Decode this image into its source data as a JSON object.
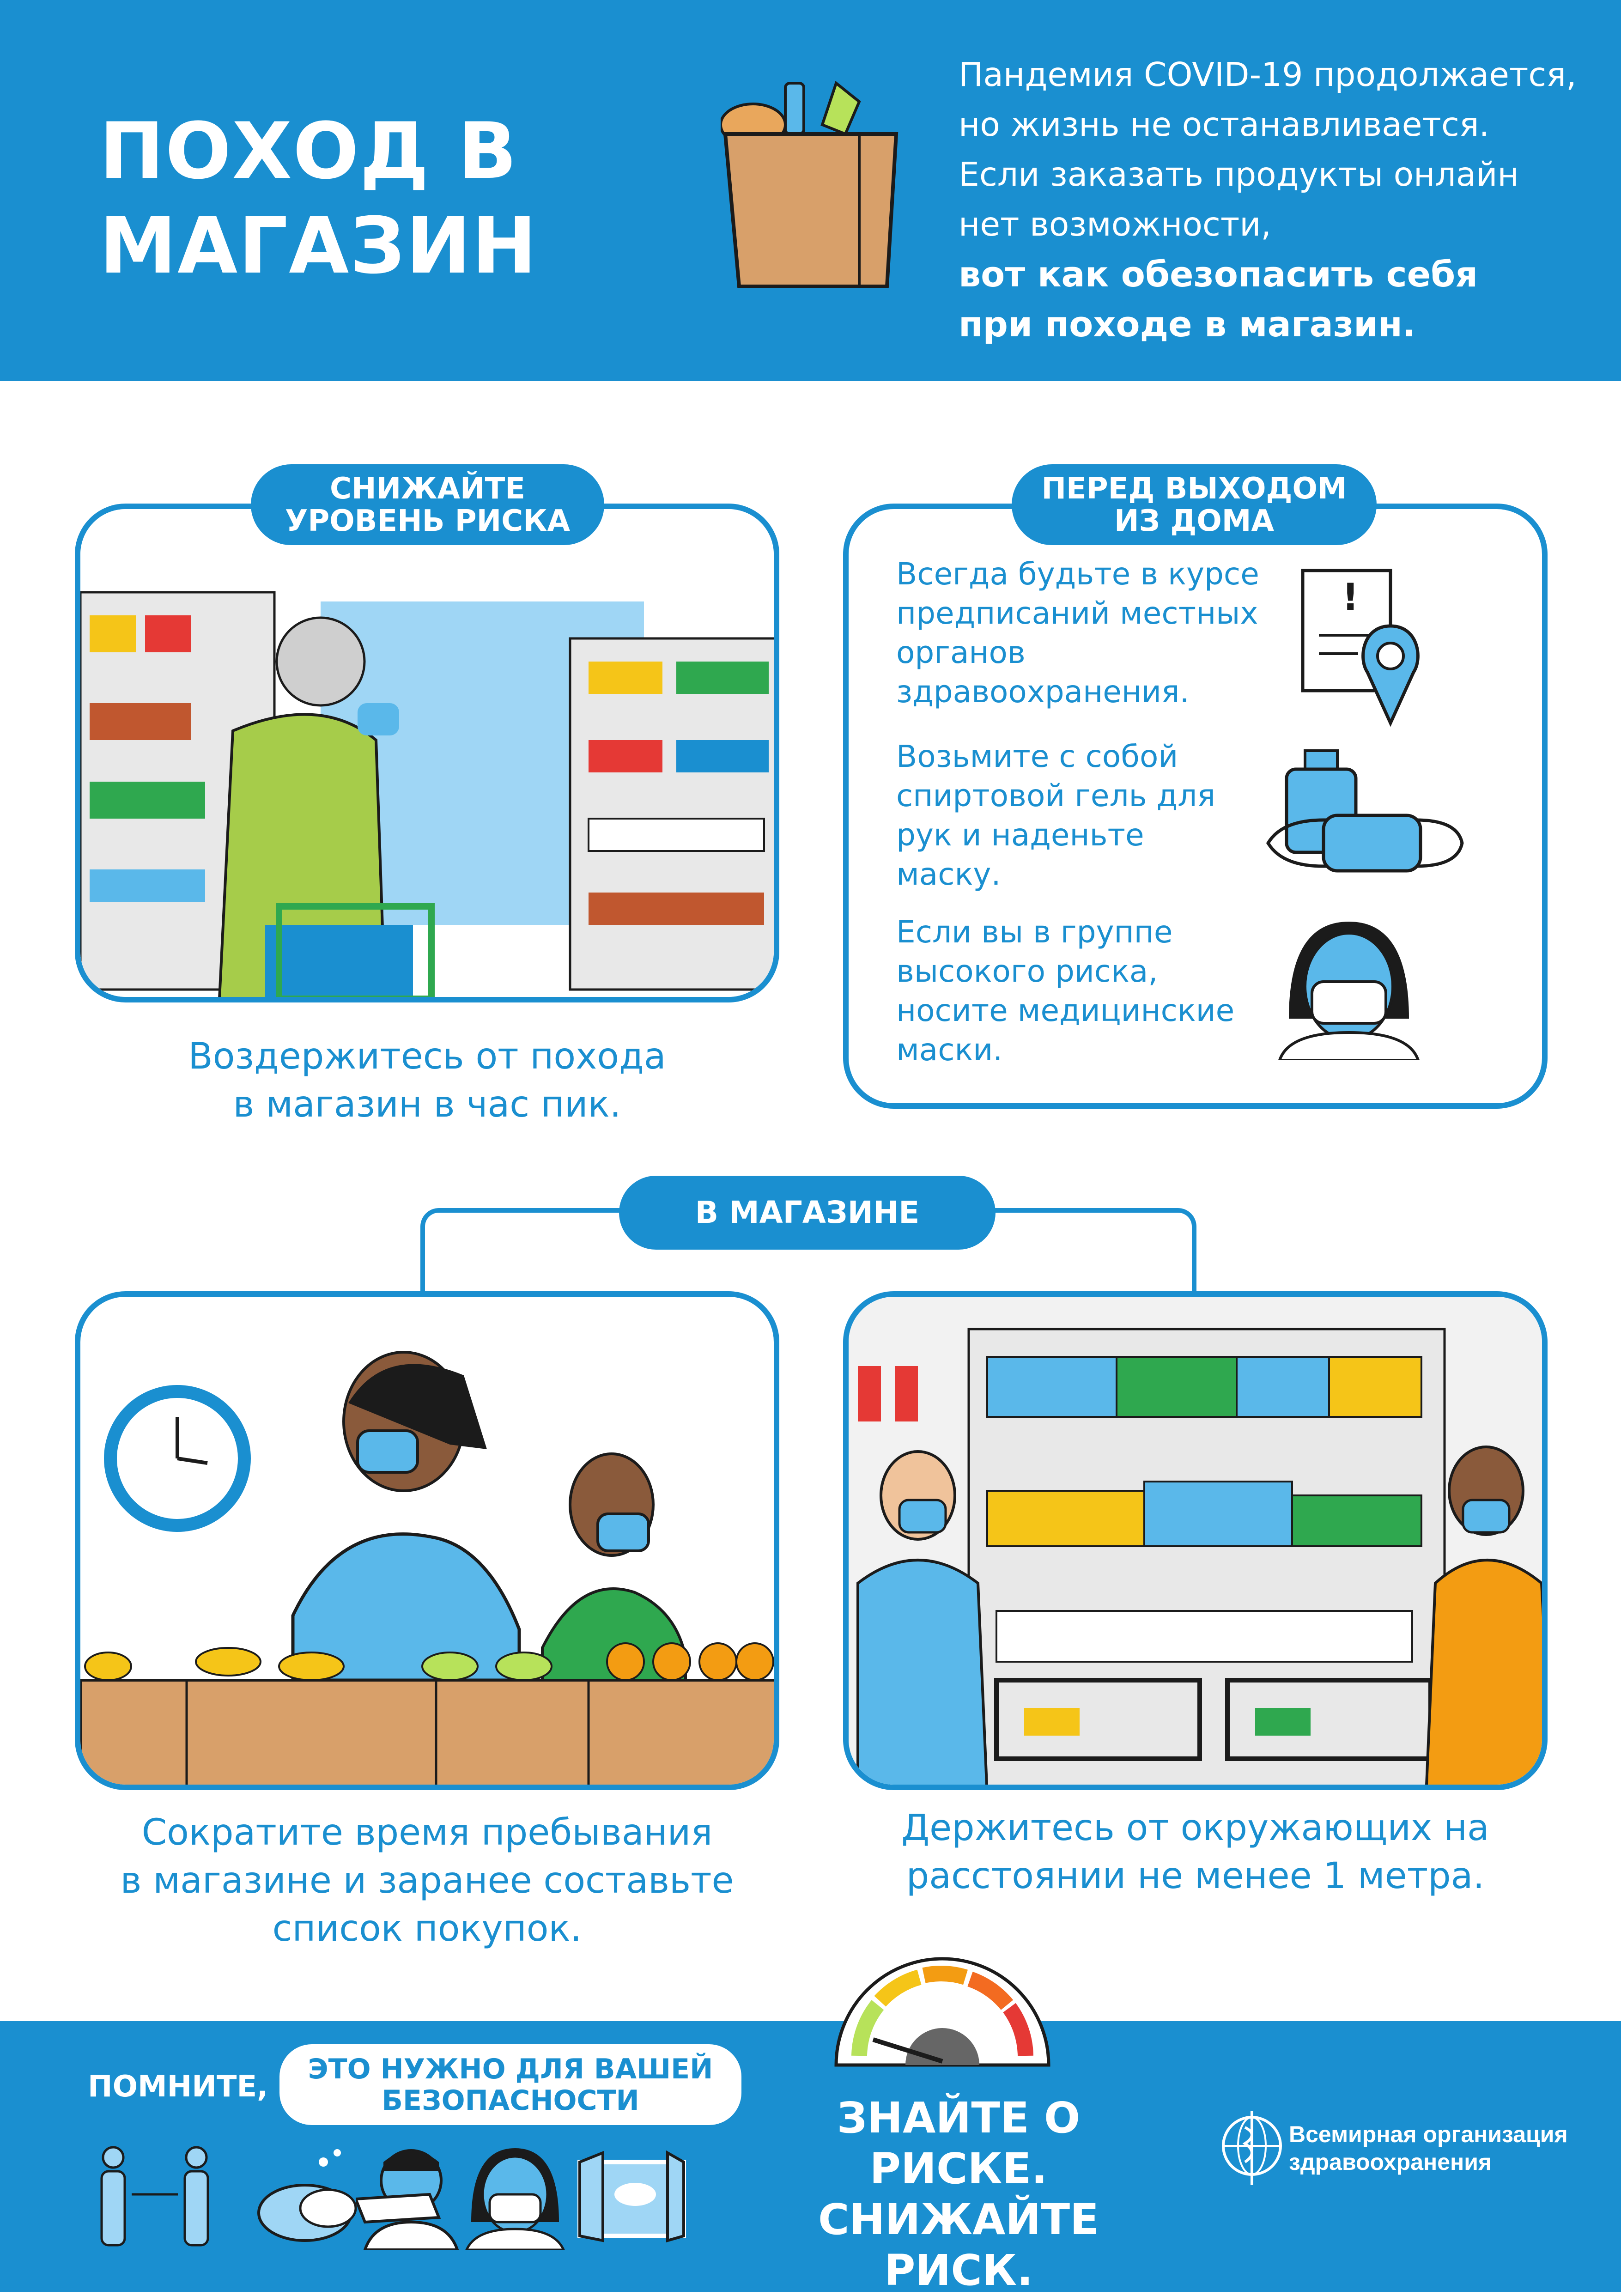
{
  "header": {
    "title_line1": "ПОХОД В",
    "title_line2": "МАГАЗИН",
    "intro_lines": [
      "Пандемия COVID-19 продолжается,",
      "но жизнь не останавливается.",
      "Если заказать продукты онлайн",
      "нет возможности,"
    ],
    "intro_bold_lines": [
      "вот как обезопасить себя",
      "при походе в магазин."
    ]
  },
  "reduce_risk": {
    "badge_line1": "СНИЖАЙТЕ",
    "badge_line2": "УРОВЕНЬ РИСКА",
    "caption_line1": "Воздержитесь от похода",
    "caption_line2": "в магазин в час пик."
  },
  "before_leaving": {
    "badge_line1": "ПЕРЕД ВЫХОДОМ",
    "badge_line2": "ИЗ ДОМА",
    "tips": [
      [
        "Всегда будьте в курсе",
        "предписаний местных",
        "органов",
        "здравоохранения."
      ],
      [
        "Возьмите с собой",
        "спиртовой гель для",
        "рук и наденьте",
        "маску."
      ],
      [
        "Если вы в группе",
        "высокого риска,",
        "носите медицинские",
        "маски."
      ]
    ]
  },
  "in_store": {
    "badge": "В МАГАЗИНЕ",
    "caption_left": [
      "Сократите время пребывания",
      "в магазине и заранее составьте",
      "список покупок."
    ],
    "caption_right": [
      "Держитесь от окружающих на",
      "расстоянии не менее 1 метра."
    ]
  },
  "footer": {
    "remember": "ПОМНИТЕ,",
    "safety_line1": "ЭТО НУЖНО ДЛЯ ВАШЕЙ",
    "safety_line2": "БЕЗОПАСНОСТИ",
    "slogan_line1": "ЗНАЙТЕ О РИСКЕ.",
    "slogan_line2": "СНИЖАЙТЕ РИСК.",
    "who_line1": "Всемирная организация",
    "who_line2": "здравоохранения"
  },
  "colors": {
    "brand_blue": "#1a8fd0",
    "white": "#ffffff",
    "light_blue": "#5ab8ea",
    "green": "#2fa84f",
    "yellow": "#f5c518",
    "red": "#e53935",
    "orange": "#f39c12",
    "skin_dark": "#8a5a3b",
    "bag_brown": "#d8a06a"
  },
  "icons": [
    "grocery-bag-icon",
    "document-location-icon",
    "hand-sanitizer-mask-icon",
    "masked-woman-icon",
    "risk-gauge-icon",
    "distance-icon",
    "handwash-icon",
    "sneeze-elbow-icon",
    "mask-face-icon",
    "open-window-icon",
    "who-emblem-icon"
  ]
}
